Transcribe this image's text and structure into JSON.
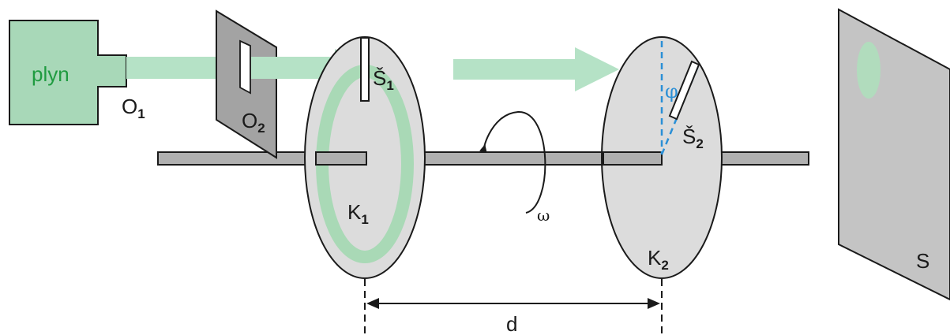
{
  "labels": {
    "gas": "plyn",
    "o1_main": "O",
    "o1_sub": "1",
    "o2_main": "O",
    "o2_sub": "2",
    "s1_main": "Š",
    "s1_sub": "1",
    "s2_main": "Š",
    "s2_sub": "2",
    "k1_main": "K",
    "k1_sub": "1",
    "k2_main": "K",
    "k2_sub": "2",
    "phi": "φ",
    "omega": "ω",
    "distance": "d",
    "screen": "S"
  },
  "colors": {
    "gas_fill": "#a8d8b8",
    "gas_stroke": "#1a1a1a",
    "gas_text": "#1f9b40",
    "beam": "#b5e2c6",
    "disc_fill": "#dcdcdc",
    "ring": "#a9d9b6",
    "shaft": "#b0b0b0",
    "plate": "#a3a3a3",
    "screen": "#c4c4c4",
    "dashed_blue": "#2a8fd6",
    "phi_text": "#2a8fd6",
    "spot": "#b1dcbd"
  }
}
